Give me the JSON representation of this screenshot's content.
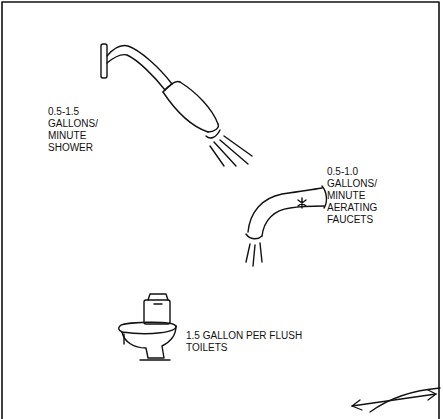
{
  "diagram": {
    "labels": [
      "0.5-1.5 GALLONS/ MINUTE SHOWER",
      "0.5-1.0 GALLONS/ MINUTE AERATING FAUCETS",
      "1.5 GALLON PER FLUSH TOILETS"
    ]
  }
}
